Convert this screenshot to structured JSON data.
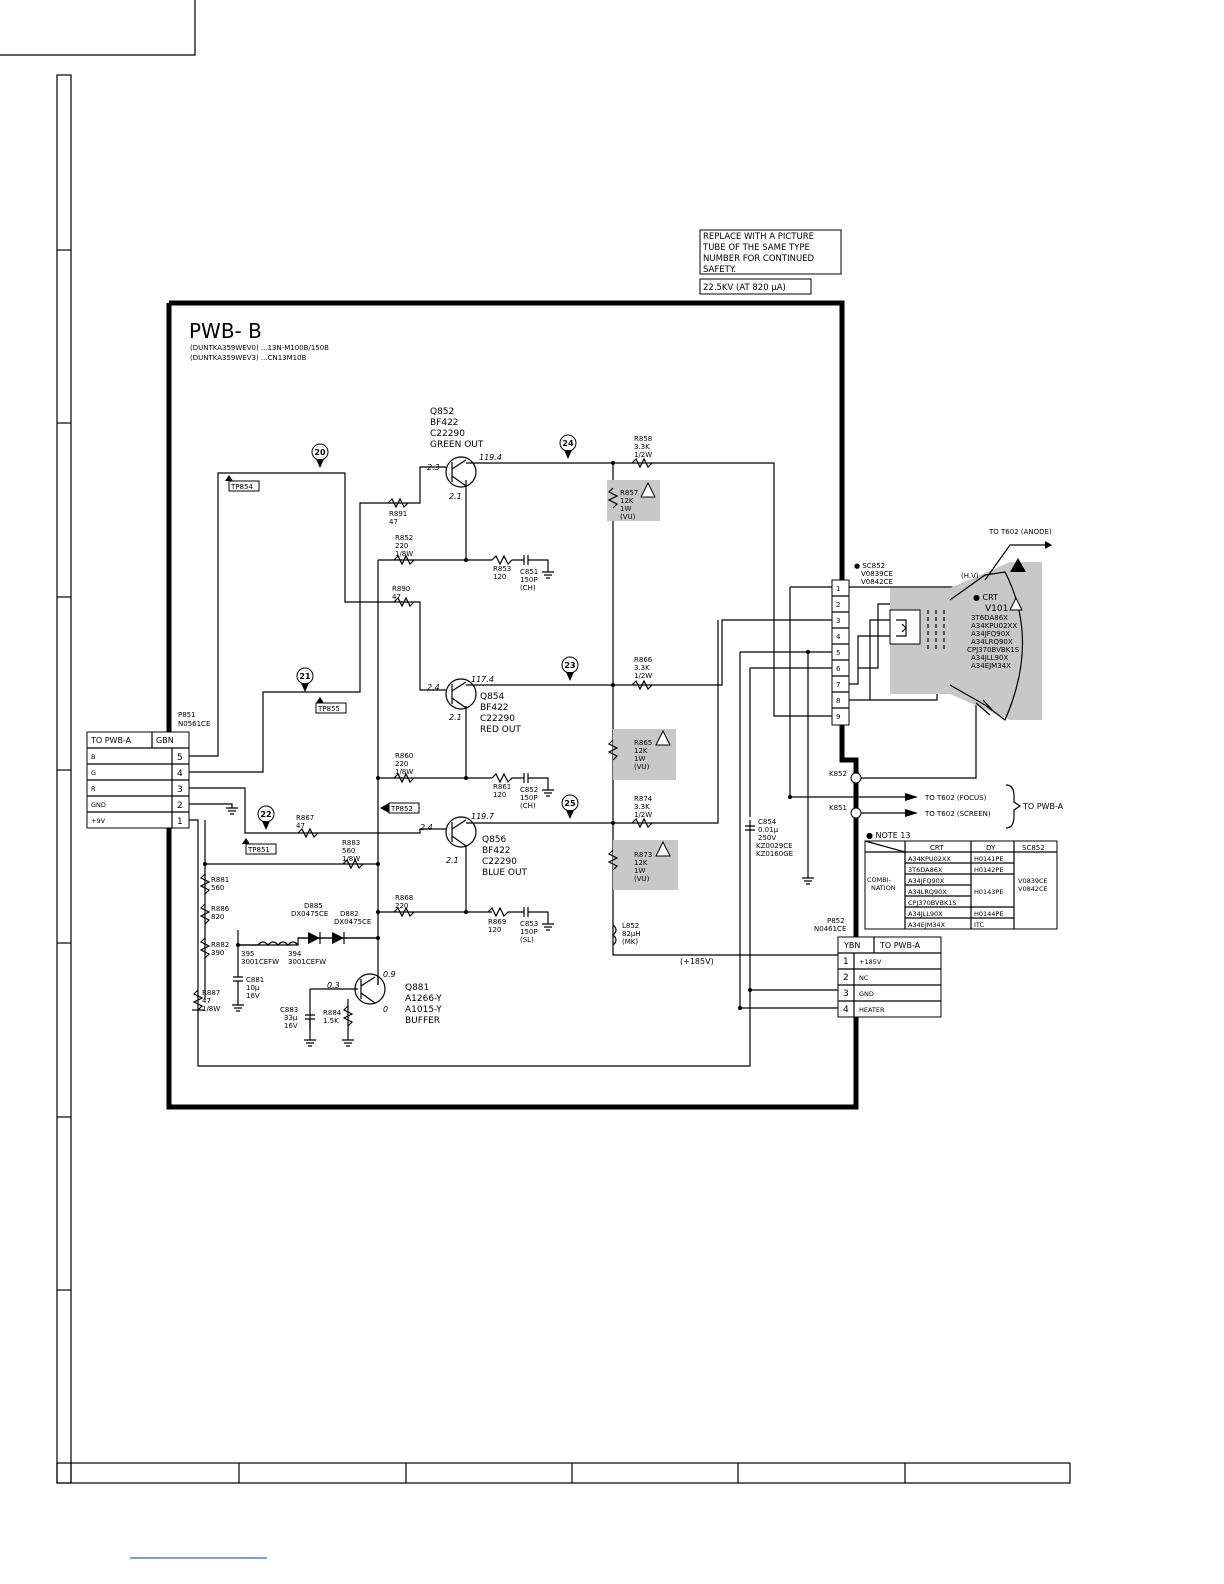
{
  "notices": {
    "safety_lines": [
      "REPLACE WITH A PICTURE",
      "TUBE OF THE SAME TYPE",
      "NUMBER FOR CONTINUED",
      "SAFETY."
    ],
    "hv": "22.5KV (AT 820 µA)"
  },
  "board": {
    "title": "PWB- B",
    "sub1": "(DUNTKA359WEV0) ...13N-M100B/150B",
    "sub2": "(DUNTKA359WEV3) ...CN13M10B"
  },
  "transistors": {
    "q852": {
      "lines": [
        "Q852",
        "BF422",
        "C22290",
        "GREEN OUT"
      ],
      "vb": "2.3",
      "ve": "2.1",
      "vc": "119.4"
    },
    "q854": {
      "lines": [
        "Q854",
        "BF422",
        "C22290",
        "RED OUT"
      ],
      "vb": "2.4",
      "ve": "2.1",
      "vc": "117.4"
    },
    "q856": {
      "lines": [
        "Q856",
        "BF422",
        "C22290",
        "BLUE OUT"
      ],
      "vb": "2.4",
      "ve": "2.1",
      "vc": "119.7"
    },
    "q881": {
      "lines": [
        "Q881",
        "A1266-Y",
        "A1015-Y",
        "BUFFER"
      ],
      "vb": "0.3",
      "ve": "0.9",
      "vc": "0"
    }
  },
  "markers": [
    "20",
    "21",
    "22",
    "23",
    "24",
    "25"
  ],
  "test_points": [
    "TP854",
    "TP855",
    "TP851",
    "TP852"
  ],
  "components": {
    "r891": [
      "R891",
      "47"
    ],
    "r852": [
      "R852",
      "220",
      "1/8W"
    ],
    "r890": [
      "R890",
      "47"
    ],
    "r853": [
      "R853",
      "120"
    ],
    "c851": [
      "C851",
      "150P",
      "(CH)"
    ],
    "r858": [
      "R858",
      "3.3K",
      "1/2W"
    ],
    "r857": [
      "R857",
      "12K",
      "1W",
      "(VU)"
    ],
    "r866": [
      "R866",
      "3.3K",
      "1/2W"
    ],
    "r865": [
      "R865",
      "12K",
      "1W",
      "(VU)"
    ],
    "r860": [
      "R860",
      "220",
      "1/8W"
    ],
    "r861": [
      "R861",
      "120"
    ],
    "c852": [
      "C852",
      "150P",
      "(CH)"
    ],
    "r874": [
      "R874",
      "3.3K",
      "1/2W"
    ],
    "r873": [
      "R873",
      "12K",
      "1W",
      "(VU)"
    ],
    "r867": [
      "R867",
      "47"
    ],
    "r883": [
      "R883",
      "560",
      "1/8W"
    ],
    "r868": [
      "R868",
      "220"
    ],
    "r869": [
      "R869",
      "120"
    ],
    "c853": [
      "C853",
      "150P",
      "(SL)"
    ],
    "r881": [
      "R881",
      "560"
    ],
    "r886": [
      "R886",
      "820"
    ],
    "r882": [
      "R882",
      "390"
    ],
    "r887": [
      "R887",
      "47",
      "1/8W"
    ],
    "d885": [
      "D885",
      "DX0475CE"
    ],
    "d882": [
      "D882",
      "DX0475CE"
    ],
    "l395": [
      "395",
      "3001CEFW"
    ],
    "l394": [
      "394",
      "3001CEFW"
    ],
    "c881": [
      "C881",
      "10µ",
      "16V"
    ],
    "c883": [
      "C883",
      "33µ",
      "16V"
    ],
    "r884": [
      "R884",
      "1.5K"
    ],
    "c854": [
      "C854",
      "0.01µ",
      "250V",
      "KZ0029CE",
      "KZ0160GE"
    ],
    "l852": [
      "L852",
      "82µH",
      "(MK)"
    ],
    "k852": "K852",
    "k851": "K851",
    "p851": [
      "P851",
      "N0561CE"
    ],
    "p852": [
      "P852",
      "N0461CE"
    ],
    "sc852": [
      "● SC852",
      "V0839CE",
      "V0842CE"
    ],
    "plus185": "(+185V)"
  },
  "connector_gbn": {
    "header_left": "TO PWB-A",
    "header_right": "GBN",
    "rows": [
      {
        "label": "B",
        "pin": "5"
      },
      {
        "label": "G",
        "pin": "4"
      },
      {
        "label": "R",
        "pin": "3"
      },
      {
        "label": "GND",
        "pin": "2"
      },
      {
        "label": "+9V",
        "pin": "1"
      }
    ]
  },
  "connector_ybn": {
    "header_left": "YBN",
    "header_right": "TO PWB-A",
    "rows": [
      {
        "pin": "1",
        "label": "+185V"
      },
      {
        "pin": "2",
        "label": "NC"
      },
      {
        "pin": "3",
        "label": "GND"
      },
      {
        "pin": "4",
        "label": "HEATER"
      }
    ]
  },
  "socket_pins": [
    "1",
    "2",
    "3",
    "4",
    "5",
    "6",
    "7",
    "8",
    "9"
  ],
  "crt": {
    "label": "● CRT",
    "ref": "V101",
    "hv": "(H.V)",
    "anode": "TO T602 (ANODE)",
    "models": [
      "3T6DA86X",
      "A34KPU02XX",
      "A34JFQ90X",
      "A34LRQ90X",
      "CPJ370BVBK1S",
      "A34JLL90X",
      "A34EJM34X"
    ]
  },
  "outputs": {
    "focus": "TO T602 (FOCUS)",
    "screen": "TO T602 (SCREEN)",
    "pwba": "TO PWB-A"
  },
  "note13": {
    "title": "● NOTE 13",
    "headers": [
      "CRT",
      "DY",
      "SC852"
    ],
    "side_label": [
      "COMBI-",
      "NATION"
    ],
    "crt": [
      "A34KPU02XX",
      "3T6DA86X",
      "A34JFQ90X",
      "A34LRQ90X",
      "CPJ370BVBK1S",
      "A34JLL90X",
      "A34EJM34X"
    ],
    "dy": [
      "H0141PE",
      "H0142PE",
      "H0143PE",
      "H0144PE",
      "ITC"
    ],
    "sc852": [
      "V0839CE",
      "V0842CE"
    ]
  }
}
